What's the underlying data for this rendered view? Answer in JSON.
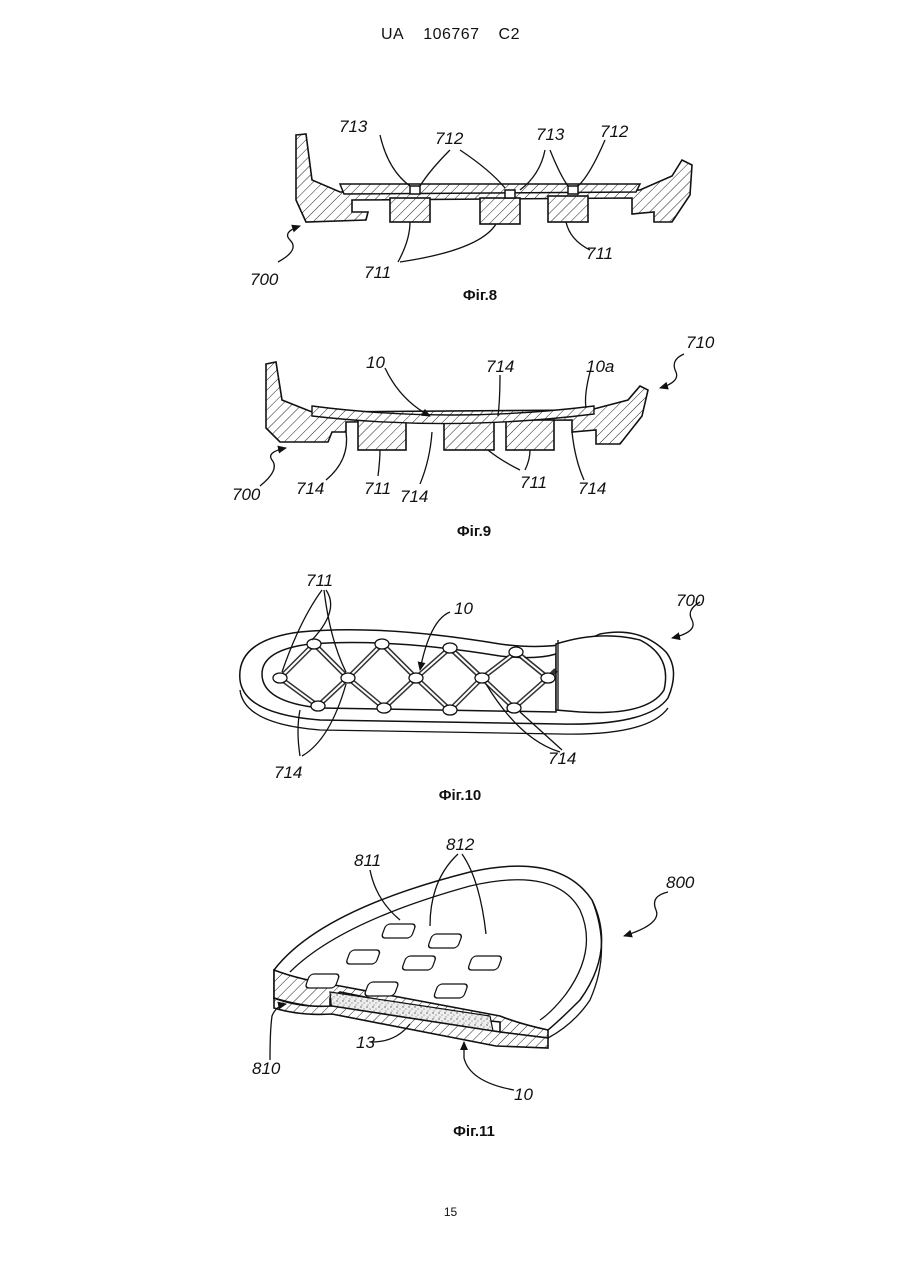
{
  "header": {
    "office": "UA",
    "number": "106767",
    "kind": "C2"
  },
  "page_number": "15",
  "figures": [
    {
      "caption": "Фіг.8",
      "labels": {
        "l713a": "713",
        "l712a": "712",
        "l713b": "713",
        "l712b": "712",
        "l711a": "711",
        "l711b": "711",
        "l700": "700"
      }
    },
    {
      "caption": "Фіг.9",
      "labels": {
        "l10": "10",
        "l714top": "714",
        "l10a": "10a",
        "l710": "710",
        "l700": "700",
        "l714a": "714",
        "l711a": "711",
        "l714b": "714",
        "l711b": "711",
        "l714c": "714"
      }
    },
    {
      "caption": "Фіг.10",
      "labels": {
        "l711": "711",
        "l10": "10",
        "l700": "700",
        "l714a": "714",
        "l714b": "714"
      }
    },
    {
      "caption": "Фіг.11",
      "labels": {
        "l811": "811",
        "l812": "812",
        "l800": "800",
        "l810": "810",
        "l13": "13",
        "l10": "10"
      }
    }
  ]
}
